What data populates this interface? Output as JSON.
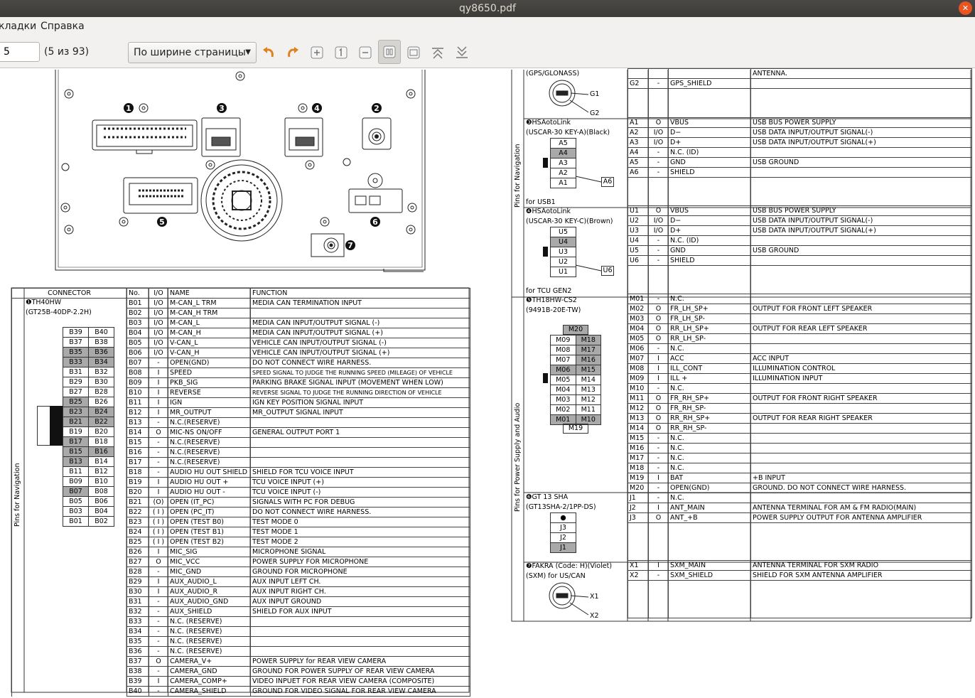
{
  "window": {
    "title": "qy8650.pdf"
  },
  "menu": {
    "bookmarks": "кладки",
    "help": "Справка"
  },
  "toolbar": {
    "page_value": "5",
    "page_count": "(5 из 93)",
    "zoom": "По ширине страницы",
    "icons": [
      "rotate-left-icon",
      "rotate-right-icon",
      "zoom-in-icon",
      "first-page-icon",
      "zoom-out-icon",
      "continuous-mode-icon",
      "dual-page-icon",
      "fit-up-icon",
      "fit-down-icon"
    ]
  },
  "diagram": {
    "labels": [
      "1",
      "2",
      "3",
      "4",
      "5",
      "6",
      "7"
    ]
  },
  "left_table": {
    "headers": {
      "connector": "CONNECTOR",
      "no": "No.",
      "io": "I/O",
      "name": "NAME",
      "function": "FUNCTION"
    },
    "connector_name": "❶TH40HW",
    "connector_part": "(GT25B-40DP-2.2H)",
    "side_label": "Pins for Navigation",
    "pin_grid": [
      [
        "B39",
        "B40"
      ],
      [
        "B37",
        "B38"
      ],
      [
        "B35",
        "B36"
      ],
      [
        "B33",
        "B34"
      ],
      [
        "B31",
        "B32"
      ],
      [
        "B29",
        "B30"
      ],
      [
        "B27",
        "B28"
      ],
      [
        "B25",
        "B26"
      ],
      [
        "B23",
        "B24"
      ],
      [
        "B21",
        "B22"
      ],
      [
        "B19",
        "B20"
      ],
      [
        "B17",
        "B18"
      ],
      [
        "B15",
        "B16"
      ],
      [
        "B13",
        "B14"
      ],
      [
        "B11",
        "B12"
      ],
      [
        "B09",
        "B10"
      ],
      [
        "B07",
        "B08"
      ],
      [
        "B05",
        "B06"
      ],
      [
        "B03",
        "B04"
      ],
      [
        "B01",
        "B02"
      ]
    ],
    "rows": [
      [
        "B01",
        "I/O",
        "M-CAN_L TRM",
        "MEDIA CAN TERMINATION INPUT"
      ],
      [
        "B02",
        "I/O",
        "M-CAN_H TRM",
        ""
      ],
      [
        "B03",
        "I/O",
        "M-CAN_L",
        "MEDIA CAN INPUT/OUTPUT SIGNAL (-)"
      ],
      [
        "B04",
        "I/O",
        "M-CAN_H",
        "MEDIA CAN INPUT/OUTPUT SIGNAL (+)"
      ],
      [
        "B05",
        "I/O",
        "V-CAN_L",
        "VEHICLE CAN INPUT/OUTPUT SIGNAL (-)"
      ],
      [
        "B06",
        "I/O",
        "V-CAN_H",
        "VEHICLE CAN INPUT/OUTPUT SIGNAL (+)"
      ],
      [
        "B07",
        "-",
        "OPEN(GND)",
        "DO NOT CONNECT WIRE HARNESS."
      ],
      [
        "B08",
        "I",
        "SPEED",
        "SPEED SIGNAL TO JUDGE THE RUNNING SPEED (MILEAGE) OF VEHICLE"
      ],
      [
        "B09",
        "I",
        "PKB_SIG",
        "PARKING BRAKE SIGNAL INPUT (MOVEMENT WHEN LOW)"
      ],
      [
        "B10",
        "I",
        "REVERSE",
        "REVERSE SIGNAL TO JUDGE THE RUNNING DIRECTION OF VEHICLE"
      ],
      [
        "B11",
        "I",
        "IGN",
        "IGN KEY POSITION SIGNAL INPUT"
      ],
      [
        "B12",
        "I",
        "MR_OUTPUT",
        "MR_OUTPUT SIGNAL INPUT"
      ],
      [
        "B13",
        "-",
        "N.C.(RESERVE)",
        ""
      ],
      [
        "B14",
        "O",
        "MIC-NS ON/OFF",
        "GENERAL OUTPUT PORT 1"
      ],
      [
        "B15",
        "-",
        "N.C.(RESERVE)",
        ""
      ],
      [
        "B16",
        "-",
        "N.C.(RESERVE)",
        ""
      ],
      [
        "B17",
        "-",
        "N.C.(RESERVE)",
        ""
      ],
      [
        "B18",
        "-",
        "AUDIO HU OUT SHIELD",
        "SHIELD FOR TCU VOICE INPUT"
      ],
      [
        "B19",
        "I",
        "AUDIO HU OUT +",
        "TCU VOICE INPUT (+)"
      ],
      [
        "B20",
        "I",
        "AUDIO HU OUT -",
        "TCU VOICE INPUT (-)"
      ],
      [
        "B21",
        "(O)",
        "OPEN (IT_PC)",
        "SIGNALS WITH PC FOR DEBUG"
      ],
      [
        "B22",
        "( I )",
        "OPEN (PC_IT)",
        "DO NOT CONNECT WIRE HARNESS."
      ],
      [
        "B23",
        "( I )",
        "OPEN (TEST B0)",
        "TEST MODE 0"
      ],
      [
        "B24",
        "( I )",
        "OPEN (TEST B1)",
        "TEST MODE 1"
      ],
      [
        "B25",
        "( I )",
        "OPEN (TEST B2)",
        "TEST MODE 2"
      ],
      [
        "B26",
        "I",
        "MIC_SIG",
        "MICROPHONE SIGNAL"
      ],
      [
        "B27",
        "O",
        "MIC_VCC",
        "POWER SUPPLY FOR MICROPHONE"
      ],
      [
        "B28",
        "-",
        "MIC_GND",
        "GROUND FOR MICROPHONE"
      ],
      [
        "B29",
        "I",
        "AUX_AUDIO_L",
        "AUX INPUT LEFT CH."
      ],
      [
        "B30",
        "I",
        "AUX_AUDIO_R",
        "AUX INPUT RIGHT CH."
      ],
      [
        "B31",
        "-",
        "AUX_AUDIO_GND",
        "AUX INPUT GROUND"
      ],
      [
        "B32",
        "-",
        "AUX_SHIELD",
        "SHIELD FOR AUX INPUT"
      ],
      [
        "B33",
        "-",
        "N.C. (RESERVE)",
        ""
      ],
      [
        "B34",
        "-",
        "N.C. (RESERVE)",
        ""
      ],
      [
        "B35",
        "-",
        "N.C. (RESERVE)",
        ""
      ],
      [
        "B36",
        "-",
        "N.C. (RESERVE)",
        ""
      ],
      [
        "B37",
        "O",
        "CAMERA_V+",
        "POWER SUPPLY for REAR VIEW CAMERA"
      ],
      [
        "B38",
        "-",
        "CAMERA_GND",
        "GROUND FOR POWER SUPPLY OF REAR VIEW CAMERA"
      ],
      [
        "B39",
        "I",
        "CAMERA_COMP+",
        "VIDEO INPUET FOR REAR VIEW CAMERA (COMPOSITE)"
      ],
      [
        "B40",
        "-",
        "CAMERA_SHIELD",
        "GROUND FOR VIDEO SIGNAL FOR REAR VIEW CAMERA"
      ]
    ]
  },
  "right_table": {
    "side_labels": {
      "nav": "Pins for Navigation",
      "power": "Pins for Power Supply and Audio"
    },
    "gps": {
      "caption": "(GPS/GLONASS)",
      "g1": "G1",
      "g2": "G2",
      "rows": [
        [
          "",
          "",
          "",
          "ANTENNA."
        ],
        [
          "G2",
          "-",
          "GPS_SHIELD",
          ""
        ]
      ]
    },
    "usb1": {
      "title": "❸HSAotoLink",
      "part": "(USCAR-30 KEY-A)(Black)",
      "footer": "for USB1",
      "pins": [
        "A5",
        "A4",
        "A3",
        "A2",
        "A1"
      ],
      "callout": "A6",
      "rows": [
        [
          "A1",
          "O",
          "VBUS",
          "USB BUS POWER SUPPLY"
        ],
        [
          "A2",
          "I/O",
          "D−",
          "USB DATA INPUT/OUTPUT SIGNAL(-)"
        ],
        [
          "A3",
          "I/O",
          "D+",
          "USB DATA INPUT/OUTPUT SIGNAL(+)"
        ],
        [
          "A4",
          "-",
          "N.C. (ID)",
          ""
        ],
        [
          "A5",
          "-",
          "GND",
          "USB GROUND"
        ],
        [
          "A6",
          "-",
          "SHIELD",
          ""
        ]
      ]
    },
    "tcu": {
      "title": "❹HSAotoLink",
      "part": "(USCAR-30 KEY-C)(Brown)",
      "footer": "for TCU GEN2",
      "pins": [
        "U5",
        "U4",
        "U3",
        "U2",
        "U1"
      ],
      "callout": "U6",
      "rows": [
        [
          "U1",
          "O",
          "VBUS",
          "USB BUS POWER SUPPLY"
        ],
        [
          "U2",
          "I/O",
          "D−",
          "USB DATA INPUT/OUTPUT SIGNAL(-)"
        ],
        [
          "U3",
          "I/O",
          "D+",
          "USB DATA INPUT/OUTPUT SIGNAL(+)"
        ],
        [
          "U4",
          "-",
          "N.C. (ID)",
          ""
        ],
        [
          "U5",
          "-",
          "GND",
          "USB GROUND"
        ],
        [
          "U6",
          "-",
          "SHIELD",
          ""
        ]
      ]
    },
    "th18": {
      "title": "❺TH18HW-CS2",
      "part": "(9491B-20E-TW)",
      "top": "M20",
      "bottom": "M19",
      "grid": [
        [
          "M09",
          "M18"
        ],
        [
          "M08",
          "M17"
        ],
        [
          "M07",
          "M16"
        ],
        [
          "M06",
          "M15"
        ],
        [
          "M05",
          "M14"
        ],
        [
          "M04",
          "M13"
        ],
        [
          "M03",
          "M12"
        ],
        [
          "M02",
          "M11"
        ],
        [
          "M01",
          "M10"
        ]
      ],
      "rows": [
        [
          "M01",
          "-",
          "N.C.",
          ""
        ],
        [
          "M02",
          "O",
          "FR_LH_SP+",
          "OUTPUT FOR FRONT LEFT SPEAKER"
        ],
        [
          "M03",
          "O",
          "FR_LH_SP-",
          ""
        ],
        [
          "M04",
          "O",
          "RR_LH_SP+",
          "OUTPUT FOR REAR LEFT SPEAKER"
        ],
        [
          "M05",
          "O",
          "RR_LH_SP-",
          ""
        ],
        [
          "M06",
          "-",
          "N.C.",
          ""
        ],
        [
          "M07",
          "I",
          "ACC",
          "ACC INPUT"
        ],
        [
          "M08",
          "I",
          "ILL_CONT",
          "ILLUMINATION CONTROL"
        ],
        [
          "M09",
          "I",
          "ILL +",
          "ILLUMINATION INPUT"
        ],
        [
          "M10",
          "-",
          "N.C.",
          ""
        ],
        [
          "M11",
          "O",
          "FR_RH_SP+",
          "OUTPUT FOR FRONT RIGHT SPEAKER"
        ],
        [
          "M12",
          "O",
          "FR_RH_SP-",
          ""
        ],
        [
          "M13",
          "O",
          "RR_RH_SP+",
          "OUTPUT FOR REAR RIGHT SPEAKER"
        ],
        [
          "M14",
          "O",
          "RR_RH_SP-",
          ""
        ],
        [
          "M15",
          "-",
          "N.C.",
          ""
        ],
        [
          "M16",
          "-",
          "N.C.",
          ""
        ],
        [
          "M17",
          "-",
          "N.C.",
          ""
        ],
        [
          "M18",
          "-",
          "N.C.",
          ""
        ],
        [
          "M19",
          "I",
          "BAT",
          "+B INPUT"
        ],
        [
          "M20",
          "-",
          "OPEN(GND)",
          "GROUND. DO NOT CONNECT WIRE HARNESS."
        ]
      ]
    },
    "gt13": {
      "title": "❻GT 13 SHA",
      "part": "(GT13SHA-2/1PP-DS)",
      "pins": [
        "●",
        "J3",
        "J2",
        "J1"
      ],
      "rows": [
        [
          "J1",
          "-",
          "N.C.",
          ""
        ],
        [
          "J2",
          "I",
          "ANT_MAIN",
          "ANTENNA TERMINAL FOR AM & FM RADIO(MAIN)"
        ],
        [
          "J3",
          "O",
          "ANT_+B",
          "POWER SUPPLY OUTPUT FOR ANTENNA AMPLIFIER"
        ]
      ]
    },
    "fakra": {
      "title": "❼FAKRA  (Code: H)(Violet)",
      "part": "(SXM) for US/CAN",
      "x1": "X1",
      "x2": "X2",
      "rows": [
        [
          "X1",
          "I",
          "SXM_MAIN",
          "ANTENNA TERMINAL FOR SXM RADIO"
        ],
        [
          "X2",
          "-",
          "SXM_SHIELD",
          "SHIELD FOR SXM ANTENNA AMPLIFIER"
        ]
      ]
    }
  }
}
